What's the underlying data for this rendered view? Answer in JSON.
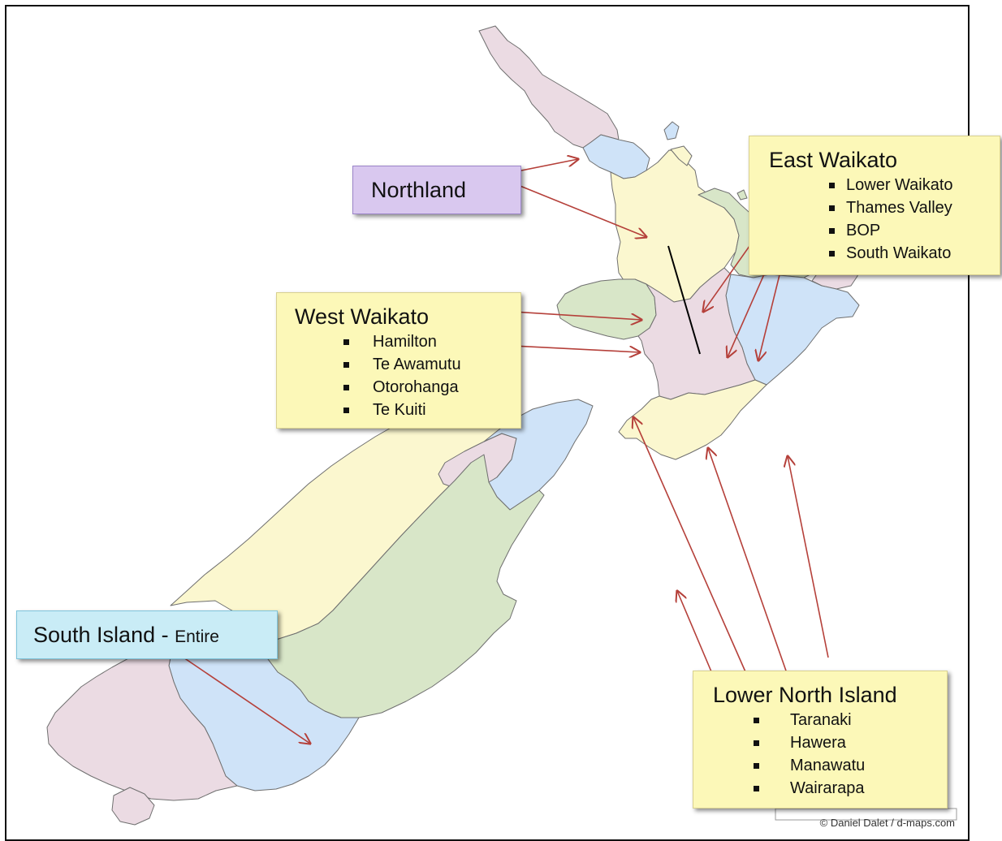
{
  "colors": {
    "pink": "#ebdbe3",
    "blue": "#cfe3f8",
    "yellow": "#fbf7cf",
    "green": "#d8e6c8",
    "outline": "#6f6f6f",
    "arrow": "#b5403a",
    "divider": "#000000"
  },
  "callouts": {
    "northland": {
      "title": "Northland"
    },
    "east": {
      "title": "East Waikato",
      "items": [
        "Lower Waikato",
        "Thames Valley",
        "BOP",
        "South Waikato"
      ]
    },
    "west": {
      "title": "West Waikato",
      "items": [
        "Hamilton",
        "Te Awamutu",
        "Otorohanga",
        "Te Kuiti"
      ]
    },
    "south": {
      "title": "South Island - ",
      "suffix": "Entire"
    },
    "lower": {
      "title": "Lower North Island",
      "items": [
        "Taranaki",
        "Hawera",
        "Manawatu",
        "Wairarapa"
      ]
    }
  },
  "credit": "© Daniel Dalet / d-maps.com"
}
